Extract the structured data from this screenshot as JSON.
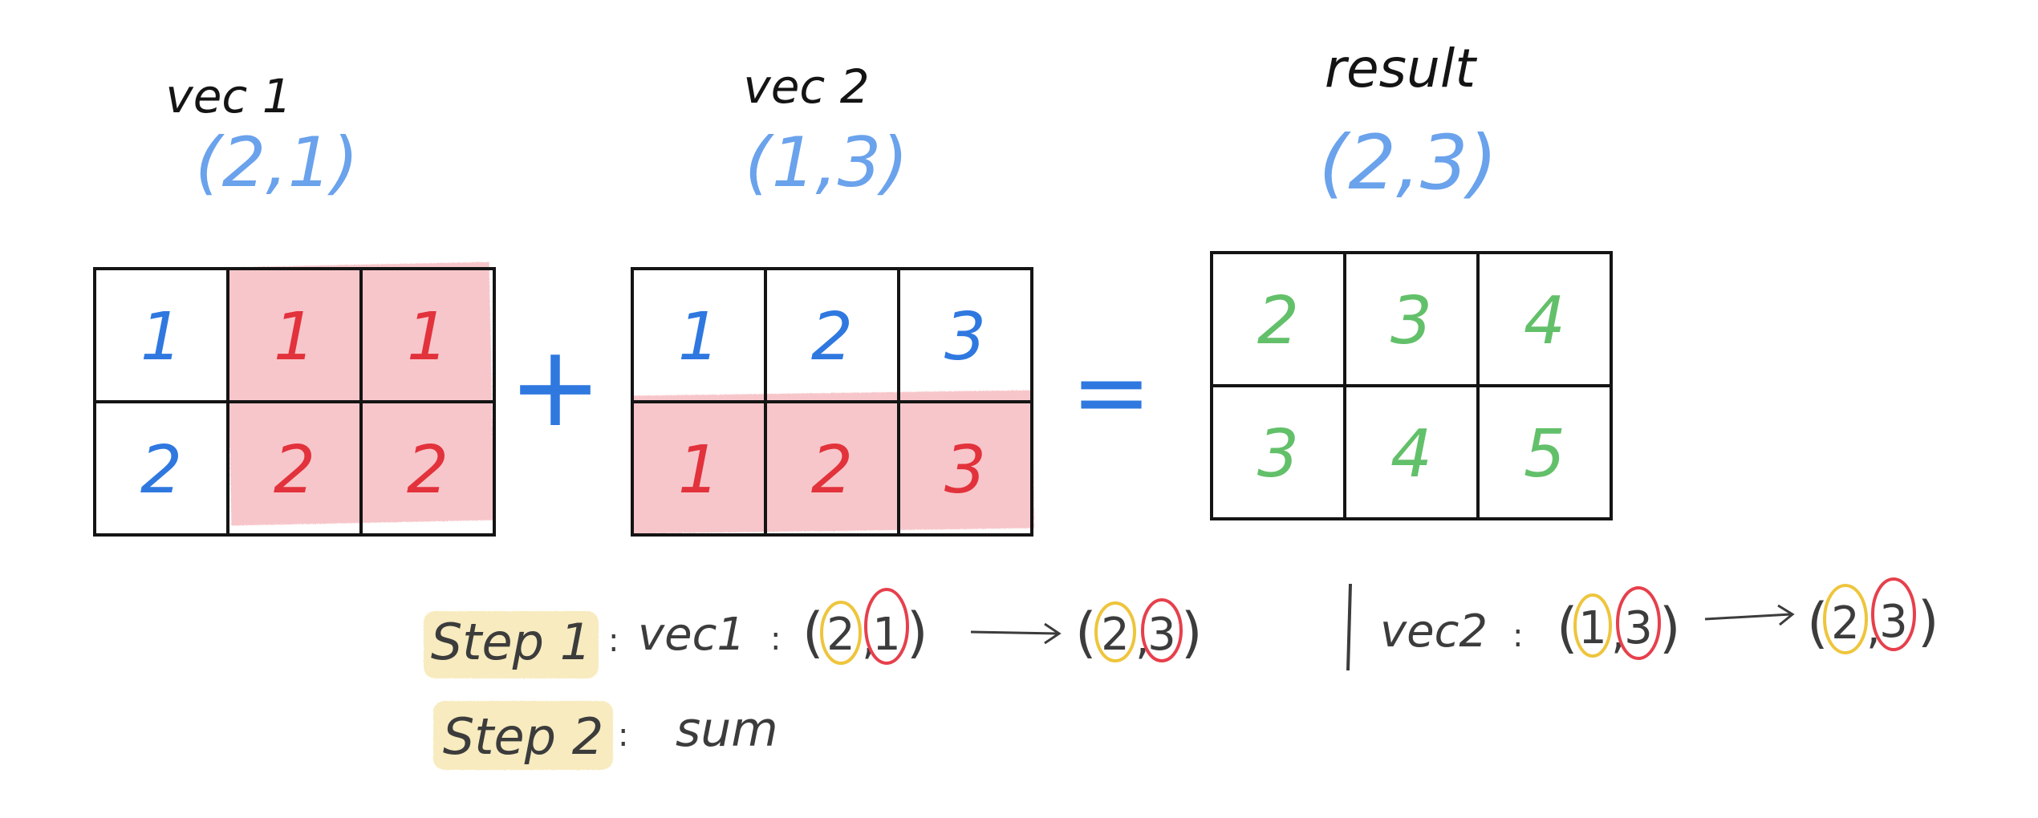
{
  "colors": {
    "ink": "#141414",
    "blue": "#2f78e0",
    "light_blue": "#6aa2ec",
    "red": "#e2323c",
    "green": "#63c06a",
    "highlight_red": "#f4b3b8",
    "highlight_yellow": "#f6e8b4",
    "circle_yellow": "#eec53c",
    "circle_red": "#e6404c",
    "note_ink": "#3c3c3c"
  },
  "vec1": {
    "title": "vec 1",
    "shape": "(2,1)",
    "rows": [
      [
        "1",
        "1",
        "1"
      ],
      [
        "2",
        "2",
        "2"
      ]
    ]
  },
  "vec2": {
    "title": "vec 2",
    "shape": "(1,3)",
    "rows": [
      [
        "1",
        "2",
        "3"
      ],
      [
        "1",
        "2",
        "3"
      ]
    ]
  },
  "result": {
    "title": "result",
    "shape": "(2,3)",
    "rows": [
      [
        "2",
        "3",
        "4"
      ],
      [
        "3",
        "4",
        "5"
      ]
    ]
  },
  "operators": {
    "plus": "+",
    "equals": "="
  },
  "step1": {
    "label": "Step 1",
    "colon": ":",
    "vec1_label": "vec1",
    "vec1_from_a": "2",
    "vec1_from_b": "1",
    "vec1_to_a": "2",
    "vec1_to_b": "3",
    "vec2_label": "vec2",
    "vec2_from_a": "1",
    "vec2_from_b": "3",
    "vec2_to_a": "2",
    "vec2_to_b": "3"
  },
  "step2": {
    "label": "Step 2",
    "colon": ":",
    "text": "sum"
  }
}
